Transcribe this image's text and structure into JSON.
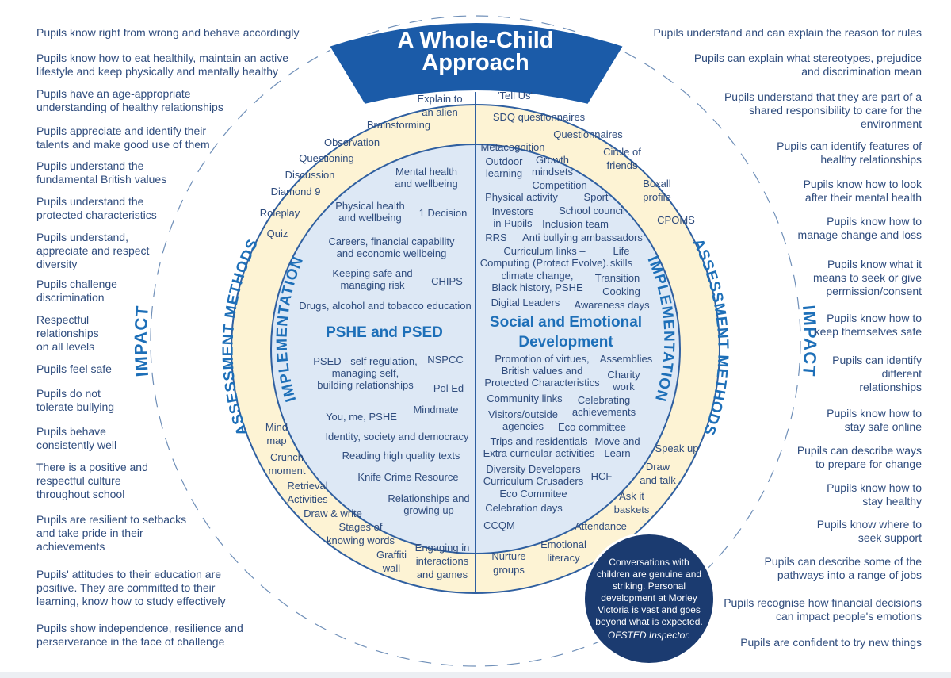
{
  "title": {
    "line1": "A Whole-Child",
    "line2": "Approach"
  },
  "ring_labels": {
    "impact_left": "IMPACT",
    "impact_right": "IMPACT",
    "assessment_left": "ASSESSMENT METHODS",
    "assessment_right": "ASSESSMENT METHODS",
    "implementation_left": "IMPLEMENTATION",
    "implementation_right": "IMPLEMENTATION"
  },
  "centre_titles": {
    "left": "PSHE and PSED",
    "right_line1": "Social and Emotional",
    "right_line2": "Development"
  },
  "impact_left": [
    "Pupils know right from wrong and behave accordingly",
    "Pupils know how to eat healthily, maintain an active\nlifestyle and keep physically and mentally healthy",
    "Pupils have an age-appropriate\nunderstanding of healthy relationships",
    "Pupils appreciate and identify their\ntalents and make good use of them",
    "Pupils understand the\nfundamental British values",
    "Pupils understand the\nprotected characteristics",
    "Pupils understand,\nappreciate and respect\ndiversity",
    "Pupils challenge\ndiscrimination",
    "Respectful\nrelationships\non all levels",
    "Pupils feel safe",
    "Pupils do not\ntolerate bullying",
    "Pupils behave\nconsistently well",
    "There is a positive and\nrespectful culture\nthroughout school",
    "Pupils are resilient to setbacks\nand take pride in their\nachievements",
    "Pupils' attitudes to their education are\npositive. They are committed to their\nlearning, know how to study effectively",
    "Pupils show independence, resilience and\nperserverance in the face of challenge"
  ],
  "impact_right": [
    "Pupils understand and can explain the reason for rules",
    "Pupils can explain what stereotypes, prejudice\nand discrimination mean",
    "Pupils understand that they are part of a\nshared responsibility to care for the\nenvironment",
    "Pupils can identify features of\nhealthy relationships",
    "Pupils know how to look\nafter their mental health",
    "Pupils know how to\nmanage change and loss",
    "Pupils know what it\nmeans to seek or give\npermission/consent",
    "Pupils know how to\nkeep themselves safe",
    "Pupils can identify\ndifferent\nrelationships",
    "Pupils know how to\nstay safe online",
    "Pupils can describe ways\nto prepare for change",
    "Pupils know how to\nstay healthy",
    "Pupils know where to\nseek support",
    "Pupils can describe some of the\npathways into a range of jobs",
    "Pupils recognise how financial decisions\ncan impact people's emotions",
    "Pupils are confident to try new things"
  ],
  "assessment_left": [
    "Explain to\nan alien",
    "Brainstorming",
    "Observation",
    "Questioning",
    "Discussion",
    "Diamond 9",
    "Roleplay",
    "Quiz",
    "Mind\nmap",
    "Crunch\nmoment",
    "Retrieval\nActivities",
    "Draw & write",
    "Stages of\nknowing words",
    "Graffiti\nwall",
    "Engaging in\ninteractions\nand games"
  ],
  "assessment_right": [
    "'Tell Us'",
    "SDQ questionnaires",
    "Questionnaires",
    "Circle of\nfriends",
    "Boxall\nprofile",
    "CPOMS",
    "Speak up",
    "Draw\nand talk",
    "Ask it\nbaskets",
    "Attendance",
    "Emotional\nliteracy",
    "Nurture\ngroups"
  ],
  "pshe_items": [
    "Mental health\nand wellbeing",
    "Physical health\nand wellbeing",
    "1 Decision",
    "Careers, financial capability\nand economic wellbeing",
    "Keeping safe and\nmanaging risk",
    "CHIPS",
    "Drugs, alcohol and tobacco education",
    "PSED - self regulation,\nmanaging self,\nbuilding relationships",
    "NSPCC",
    "Pol Ed",
    "Mindmate",
    "You, me, PSHE",
    "Identity, society and democracy",
    "Reading high quality texts",
    "Knife Crime Resource",
    "Relationships and\ngrowing up"
  ],
  "sed_items": [
    "Metacognition",
    "Outdoor\nlearning",
    "Growth\nmindsets",
    "Competition",
    "Physical activity",
    "Sport",
    "Investors\nin Pupils",
    "School council",
    "Inclusion team",
    "RRS",
    "Anti bullying ambassadors",
    "Curriculum links –\nComputing (Protect Evolve).",
    "Life\nskills",
    "climate change,\nBlack history, PSHE",
    "Transition",
    "Cooking",
    "Digital Leaders",
    "Awareness days",
    "Promotion of virtues,\nBritish values and\nProtected Characteristics",
    "Assemblies",
    "Charity\nwork",
    "Community links",
    "Celebrating\nachievements",
    "Visitors/outside\nagencies",
    "Eco committee",
    "Trips and residentials\nExtra curricular activities",
    "Move and\nLearn",
    "Diversity Developers\nCurriculum Crusaders",
    "HCF",
    "Eco Commitee",
    "Celebration days",
    "CCQM"
  ],
  "quote": {
    "text": "Conversations with children are genuine and striking. Personal development at Morley Victoria is vast and goes beyond what is expected.",
    "author": "OFSTED Inspector."
  },
  "colors": {
    "navy": "#1b3b70",
    "accent_blue": "#1d6fb8",
    "ring_cream": "#fdf3d4",
    "inner_blue": "#dde8f5",
    "text": "#2f4c7d"
  }
}
